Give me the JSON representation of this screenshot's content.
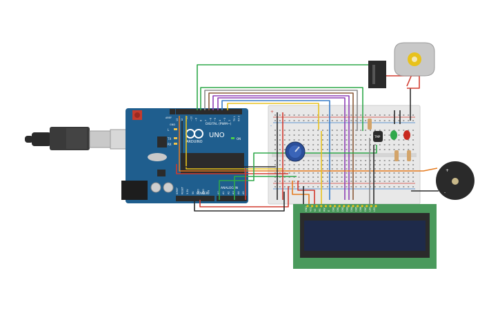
{
  "arduino": {
    "brand": "ARDUINO",
    "model": "UNO",
    "digital_label": "DIGITAL (PWM~)",
    "power_label": "POWER",
    "analog_label": "ANALOG IN",
    "aref": "AREF",
    "gnd": "GND",
    "l": "L",
    "tx": "TX",
    "rx": "RX",
    "on": "ON",
    "digital_pins": [
      "13",
      "12",
      "~11",
      "~10",
      "~9",
      "8",
      "7",
      "~6",
      "~5",
      "4",
      "~3",
      "2",
      "TX 1",
      "RX 0"
    ],
    "power_pins": [
      "IOREF",
      "RESET",
      "3.3V",
      "5V",
      "GND",
      "GND",
      "VIN"
    ],
    "analog_pins": [
      "A0",
      "A1",
      "A2",
      "A3",
      "A4",
      "A5"
    ]
  },
  "breadboard": {
    "rail_plus": "+",
    "rail_minus": "-"
  },
  "temp_sensor": {
    "label": "TMP"
  },
  "buzzer": {
    "plus": "+",
    "minus": "-"
  },
  "lcd": {
    "pins": [
      "GND",
      "VCC",
      "V0",
      "RS",
      "RW",
      "E",
      "DB0",
      "DB1",
      "DB2",
      "DB3",
      "DB4",
      "DB5",
      "DB6",
      "DB7",
      "LED",
      "LED"
    ]
  },
  "colors": {
    "board": "#1f5e8e",
    "header": "#2b2b2b",
    "breadboard": "#e8e8e8",
    "lcd_pcb": "#4a9a5c",
    "lcd_screen": "#1e2a4a",
    "wire_green": "#2fa84a",
    "wire_red": "#d23a2e",
    "wire_yellow": "#e8c21c",
    "wire_purple": "#8e3fb5",
    "wire_blue": "#3479c7",
    "wire_brown": "#8a5a3a",
    "wire_gray": "#8a8a8a",
    "wire_orange": "#e57a1e",
    "wire_black": "#2a2a2a"
  }
}
